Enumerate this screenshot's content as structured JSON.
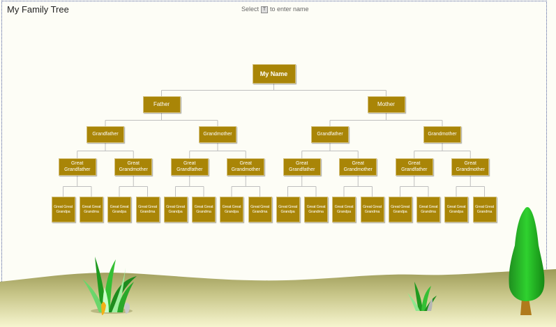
{
  "slide": {
    "title": "My Family Tree"
  },
  "hint": {
    "before": "Select",
    "icon": "text-edit-icon",
    "icon_glyph": "T",
    "after": "to enter name"
  },
  "colors": {
    "node_fill": "#a98507",
    "node_border": "#d4c07a",
    "connector": "#bfbfbf",
    "node_text": "#ffffff",
    "ground_top": "#9c9a57",
    "ground_bottom": "#f3f2c4",
    "tree_green": "#22b522",
    "trunk": "#b07a1c",
    "grass_green": "#2fae1e"
  },
  "tree": {
    "root": "My Name",
    "parents": [
      "Father",
      "Mother"
    ],
    "grandparents": [
      "Grandfather",
      "Grandmother",
      "Grandfather",
      "Grandmother"
    ],
    "great_grandparents": [
      [
        "Great",
        "Grandfather"
      ],
      [
        "Great",
        "Grandmother"
      ],
      [
        "Great",
        "Grandfather"
      ],
      [
        "Great",
        "Grandmother"
      ],
      [
        "Great",
        "Grandfather"
      ],
      [
        "Great",
        "Grandmother"
      ],
      [
        "Great",
        "Grandfather"
      ],
      [
        "Great",
        "Grandmother"
      ]
    ],
    "great_great_grandparents": [
      [
        "Great Great",
        "Grandpa"
      ],
      [
        "Great Great",
        "Grandma"
      ],
      [
        "Great Great",
        "Grandpa"
      ],
      [
        "Great Great",
        "Grandma"
      ],
      [
        "Great Great",
        "Grandpa"
      ],
      [
        "Great Great",
        "Grandma"
      ],
      [
        "Great Great",
        "Grandpa"
      ],
      [
        "Great Great",
        "Grandma"
      ],
      [
        "Great Great",
        "Grandpa"
      ],
      [
        "Great Great",
        "Grandma"
      ],
      [
        "Great Great",
        "Grandpa"
      ],
      [
        "Great Great",
        "Grandma"
      ],
      [
        "Great Great",
        "Grandpa"
      ],
      [
        "Great Great",
        "Grandma"
      ],
      [
        "Great Great",
        "Grandpa"
      ],
      [
        "Great Great",
        "Grandma"
      ]
    ]
  },
  "decorations": [
    "grass-clump-left",
    "grass-clump-right",
    "tree-right",
    "ground-hills"
  ]
}
